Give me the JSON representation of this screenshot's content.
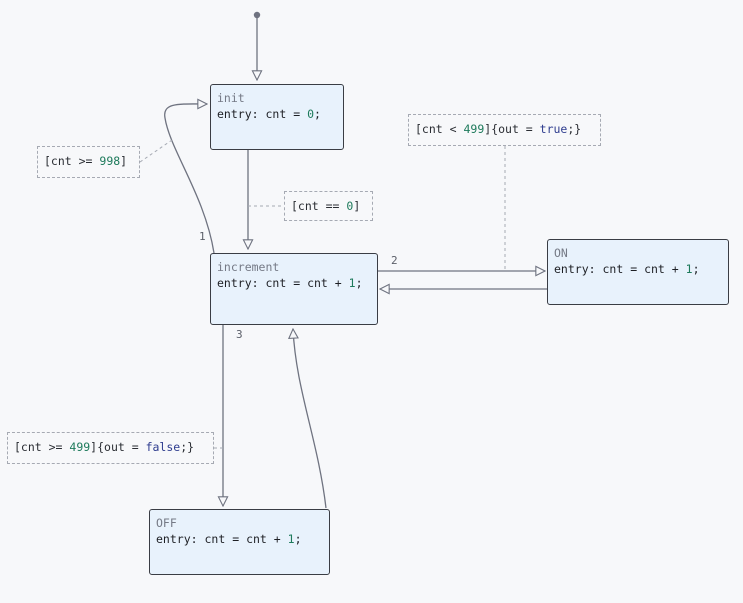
{
  "states": {
    "init": {
      "name": "init",
      "entry_label": "entry:",
      "var": "cnt",
      "op": "=",
      "value": "0",
      "end": ";"
    },
    "increment": {
      "name": "increment",
      "entry_label": "entry:",
      "var": "cnt",
      "op": "=",
      "rhs_var": "cnt",
      "plus": "+",
      "value": "1",
      "end": ";"
    },
    "on": {
      "name": "ON",
      "entry_label": "entry:",
      "var": "cnt",
      "op": "=",
      "rhs_var": "cnt",
      "plus": "+",
      "value": "1",
      "end": ";"
    },
    "off": {
      "name": "OFF",
      "entry_label": "entry:",
      "var": "cnt",
      "op": "=",
      "rhs_var": "cnt",
      "plus": "+",
      "value": "1",
      "end": ";"
    }
  },
  "guards": {
    "reset": {
      "pre": "[cnt >= ",
      "num": "998",
      "post": "]"
    },
    "start": {
      "pre": "[cnt == ",
      "num": "0",
      "post": "]"
    },
    "on": {
      "pre": "[cnt < ",
      "num": "499",
      "mid": "]{out = ",
      "kw": "true",
      "post": ";}"
    },
    "off": {
      "pre": "[cnt >= ",
      "num": "499",
      "mid": "]{out = ",
      "kw": "false",
      "post": ";}"
    }
  },
  "edge_labels": {
    "one": "1",
    "two": "2",
    "three": "3"
  },
  "colors": {
    "state_fill": "#e8f2fc",
    "state_border": "#3a3d44",
    "edge": "#6f7380",
    "number": "#1d7a5b",
    "keyword": "#2f3d8f"
  }
}
